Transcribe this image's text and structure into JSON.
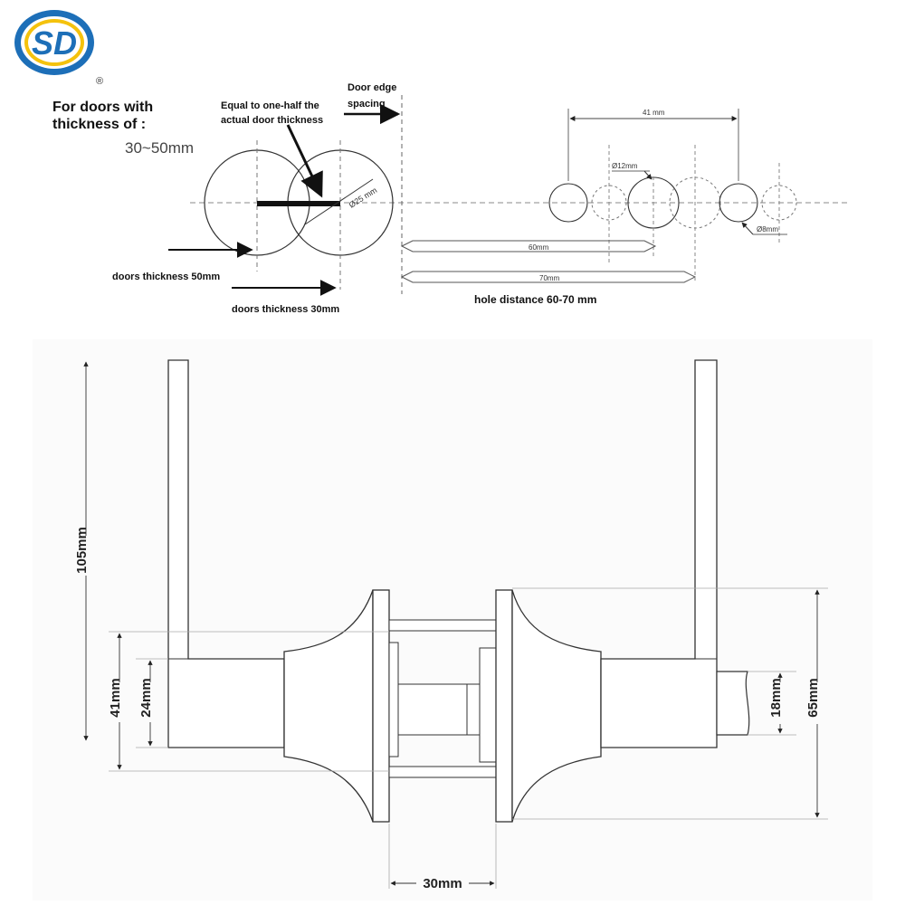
{
  "logo": {
    "text": "SD",
    "registered": "®",
    "colors": {
      "blue": "#1d6fb8",
      "yellow": "#f4c20d"
    }
  },
  "top": {
    "title_line1": "For doors with",
    "title_line2": "thickness of :",
    "range": "30~50mm",
    "half_note_line1": "Equal to one-half the",
    "half_note_line2": "actual door thickness",
    "door_edge_line1": "Door edge",
    "door_edge_line2": "spacing",
    "diameter_25": "Ø25 mm",
    "thick50": "doors thickness 50mm",
    "thick30": "doors thickness 30mm",
    "dim41": "41 mm",
    "d12": "Ø12mm",
    "d8": "Ø8mm",
    "dim60": "60mm",
    "dim70": "70mm",
    "hole_distance": "hole distance 60-70 mm"
  },
  "bottom": {
    "h105": "105mm",
    "h41": "41mm",
    "h24": "24mm",
    "h18": "18mm",
    "h65": "65mm",
    "w30": "30mm"
  },
  "colors": {
    "line": "#222222",
    "dim": "#555555",
    "thin": "#999999",
    "bg_panel": "#fbfbfb"
  }
}
